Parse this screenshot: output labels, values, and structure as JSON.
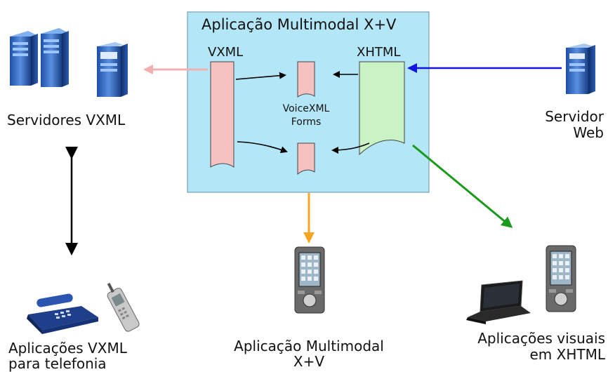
{
  "app_box": {
    "title": "Aplicação Multimodal X+V",
    "vxml_label": "VXML",
    "xhtml_label": "XHTML",
    "forms_label_1": "VoiceXML",
    "forms_label_2": "Forms"
  },
  "nodes": {
    "vxml_servers": "Servidores VXML",
    "web_server_1": "Servidor",
    "web_server_2": "Web",
    "telephony_1": "Aplicações VXML",
    "telephony_2": "para telefonia",
    "multimodal_1": "Aplicação Multimodal",
    "multimodal_2": "X+V",
    "visual_1": "Aplicações visuais",
    "visual_2": "em XHTML"
  },
  "colors": {
    "app_box_fill": "#b3e6f7",
    "vxml_doc": "#f6c1c1",
    "xhtml_doc": "#c9f3c4",
    "arrow_to_vxml_servers": "#f4b0b0",
    "arrow_from_web": "#1515e0",
    "arrow_to_visual": "#1a9a1a",
    "arrow_to_multimodal": "#f5a623",
    "arrow_telephony": "#000000"
  }
}
